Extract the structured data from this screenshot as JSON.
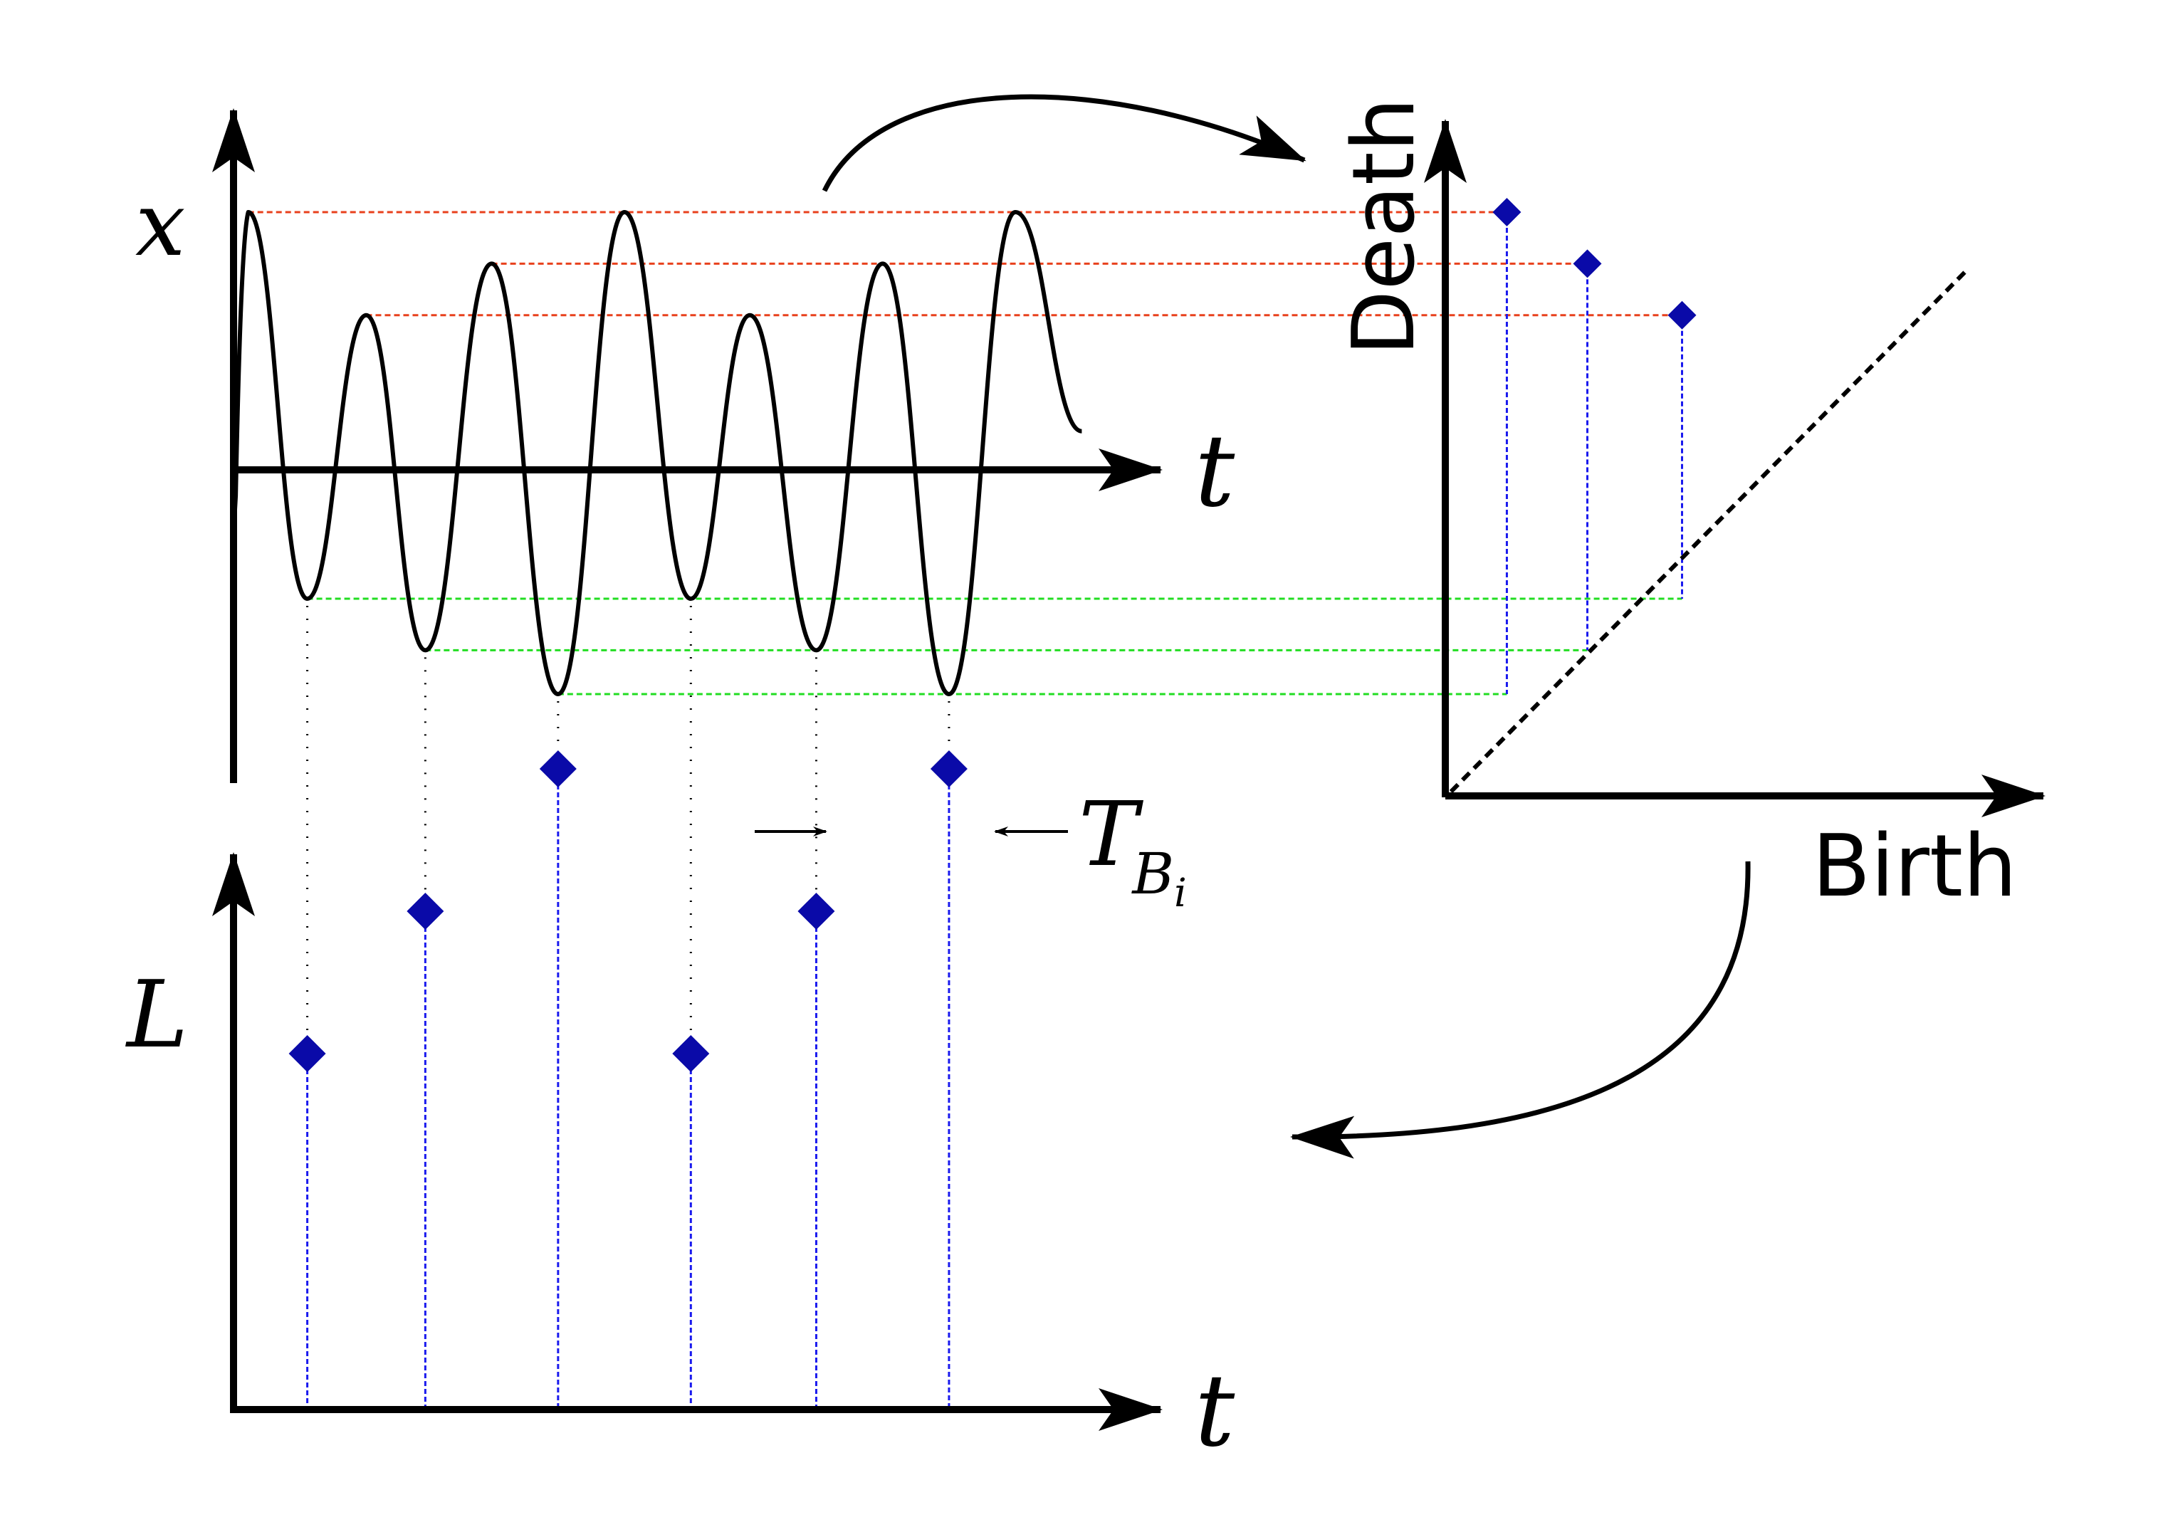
{
  "labels": {
    "signal_y": "x",
    "signal_x": "t",
    "lifetime_y": "L",
    "lifetime_x": "t",
    "period_main": "T",
    "period_sub": "B",
    "period_sub2": "i",
    "pd_y": "Death",
    "pd_x": "Birth"
  },
  "colors": {
    "curve": "#000000",
    "maxima_lines": "#e8401c",
    "minima_lines": "#22dd22",
    "stems": "#1a1aee",
    "markers": "#0a0aa8",
    "guides": "#000000"
  },
  "chart_data": [
    {
      "type": "line",
      "x": [
        0.2,
        1.0,
        1.8,
        2.6,
        3.5,
        4.4,
        5.3,
        6.2,
        7.0,
        7.9,
        8.8,
        9.7,
        10.6,
        11.5
      ],
      "y": [
        1.0,
        -0.5,
        0.6,
        -0.7,
        0.8,
        -0.87,
        1.0,
        -0.5,
        0.6,
        -0.7,
        0.8,
        -0.87,
        1.0,
        0.15
      ],
      "xlabel": "t",
      "ylabel": "x"
    },
    {
      "type": "scatter",
      "x": [
        1.0,
        2.6,
        4.4,
        6.2,
        7.9,
        9.7
      ],
      "y": [
        0.5,
        0.7,
        0.9,
        0.5,
        0.7,
        0.9
      ],
      "xlabel": "t",
      "ylabel": "L"
    },
    {
      "type": "scatter",
      "x": [
        -0.87,
        -0.7,
        -0.5
      ],
      "y": [
        1.0,
        0.8,
        0.6
      ],
      "xlabel": "Birth",
      "ylabel": "Death",
      "diagonal": true
    }
  ]
}
